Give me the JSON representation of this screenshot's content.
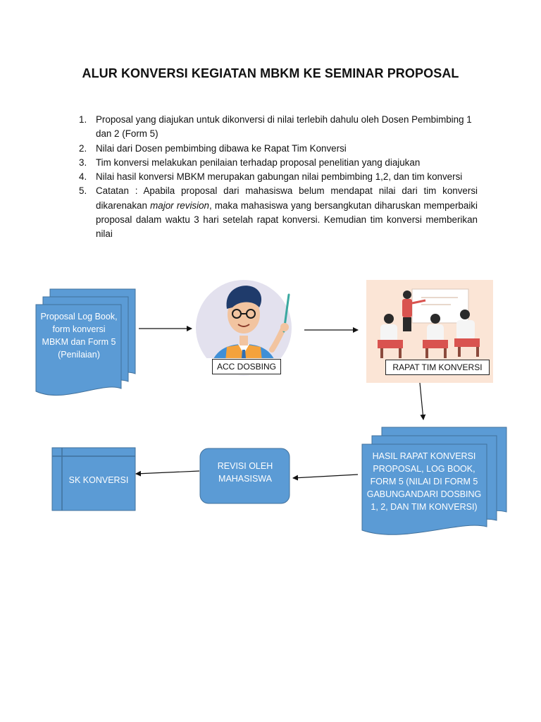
{
  "title": "ALUR KONVERSI KEGIATAN MBKM KE SEMINAR PROPOSAL",
  "steps": [
    {
      "num": "1.",
      "text": "Proposal yang diajukan untuk dikonversi di nilai terlebih dahulu oleh Dosen Pembimbing 1 dan 2 (Form 5)"
    },
    {
      "num": "2.",
      "text": "Nilai dari Dosen pembimbing dibawa ke Rapat Tim Konversi"
    },
    {
      "num": "3.",
      "text": "Tim konversi melakukan penilaian terhadap proposal penelitian yang diajukan"
    },
    {
      "num": "4.",
      "text": "Nilai hasil konversi MBKM merupakan gabungan nilai pembimbing 1,2, dan tim konversi"
    },
    {
      "num": "5.",
      "text_before": "Catatan : Apabila proposal dari mahasiswa belum mendapat nilai dari tim konversi dikarenakan ",
      "text_italic": "major revision",
      "text_after": ", maka mahasiswa yang bersangkutan diharuskan memperbaiki proposal dalam waktu 3 hari setelah rapat konversi. Kemudian tim konversi memberikan nilai"
    }
  ],
  "flow": {
    "documents_box": "Proposal Log Book, form konversi MBKM dan Form 5 (Penilaian)",
    "acc_label": "ACC DOSBING",
    "rapat_label": "RAPAT TIM KONVERSI",
    "hasil_box": "HASIL RAPAT KONVERSI PROPOSAL, LOG BOOK, FORM 5 (NILAI DI FORM 5 GABUNGANDARI DOSBING 1, 2, DAN TIM KONVERSI)",
    "revisi_box": "REVISI OLEH MAHASISWA",
    "sk_box": "SK KONVERSI"
  },
  "colors": {
    "shape_fill": "#5b9bd5",
    "shape_stroke": "#41719c",
    "meeting_bg": "#fbe5d6",
    "teacher_bg": "#e3e1ee"
  }
}
